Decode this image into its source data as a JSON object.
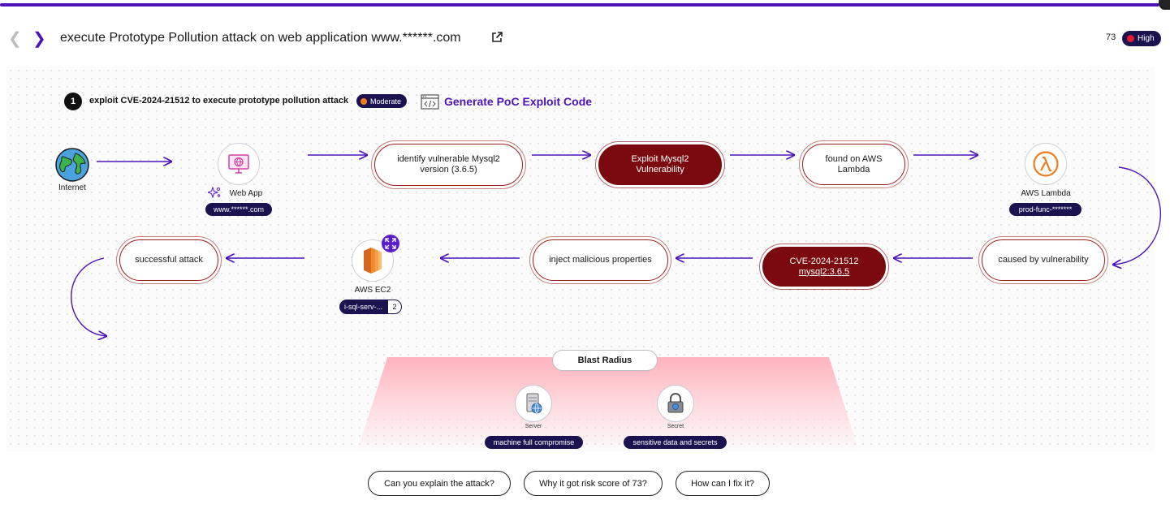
{
  "header": {
    "title": "execute Prototype Pollution attack on web application www.******.com",
    "score": "73",
    "severity": "High"
  },
  "step": {
    "number": "1",
    "title": "exploit CVE-2024-21512 to execute prototype pollution attack",
    "severity": "Moderate",
    "poc_link": "Generate PoC Exploit Code"
  },
  "nodes": {
    "internet": {
      "label": "Internet"
    },
    "web_app": {
      "label": "Web App",
      "tag": "www.******.com"
    },
    "aws_lambda": {
      "label": "AWS Lambda",
      "tag": "prod-func-*******"
    },
    "aws_ec2": {
      "label": "AWS EC2",
      "tag": "i-sql-serv-...",
      "count": "2"
    }
  },
  "steps_flow": {
    "identify": "identify vulnerable Mysql2 version (3.6.5)",
    "exploit_line1": "Exploit Mysql2",
    "exploit_line2": "Vulnerability",
    "found": "found on AWS Lambda",
    "caused": "caused by vulnerability",
    "cve_line1": "CVE-2024-21512",
    "cve_line2": "mysql2:3.6.5",
    "inject": "inject malicious properties",
    "success": "successful attack"
  },
  "blast_radius": {
    "label": "Blast Radius",
    "items": [
      {
        "type": "Server",
        "impact": "machine full compromise"
      },
      {
        "type": "Secret",
        "impact": "sensitive data and secrets"
      }
    ]
  },
  "questions": [
    "Can you explain the attack?",
    "Why it got risk score of 73?",
    "How can I fix it?"
  ],
  "colors": {
    "accent": "#4b14b8",
    "navy": "#1b1350",
    "danger": "#7a0a0f",
    "high": "#e6192f",
    "moderate": "#f07b1c"
  }
}
